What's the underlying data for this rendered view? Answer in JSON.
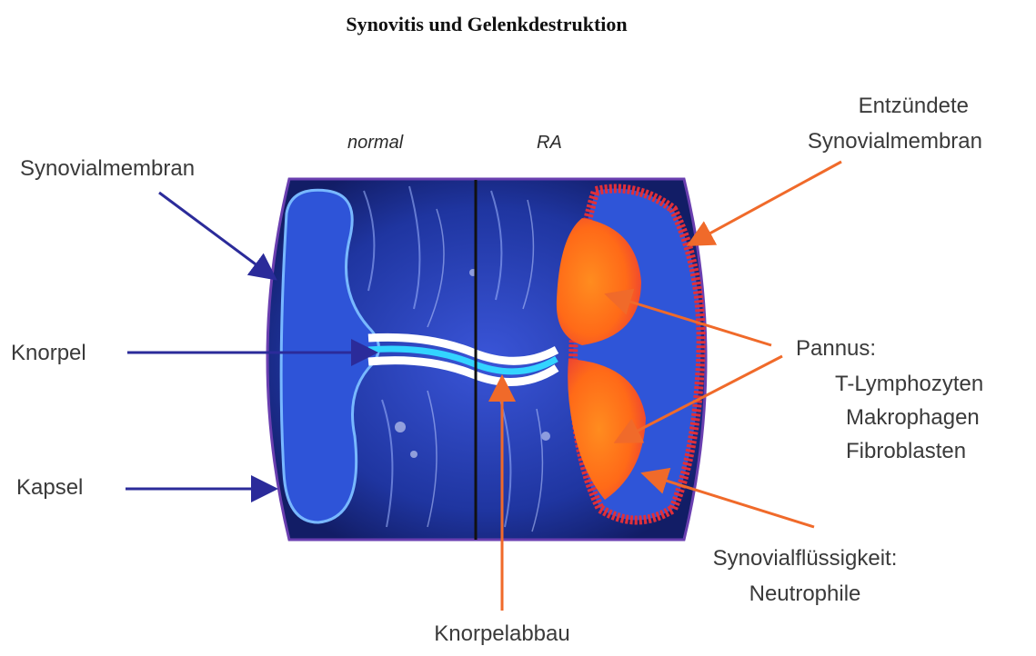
{
  "title": "Synovitis und Gelenkdestruktion",
  "headers": {
    "normal": "normal",
    "ra": "RA"
  },
  "labels": {
    "synovialmembran": "Synovialmembran",
    "knorpel": "Knorpel",
    "kapsel": "Kapsel",
    "entz_line1": "Entzündete",
    "entz_line2": "Synovialmembran",
    "pannus": "Pannus:",
    "pannus_1": "T-Lymphozyten",
    "pannus_2": "Makrophagen",
    "pannus_3": "Fibroblasten",
    "fluid_line1": "Synovialflüssigkeit:",
    "fluid_line2": "Neutrophile",
    "knorpelabbau": "Knorpelabbau"
  },
  "colors": {
    "blue_arrow": "#2b2b9a",
    "orange_arrow": "#f06a2a",
    "joint_bg": "#2036a6",
    "membrane_outline": "#6fb1ff",
    "inflamed_red": "#e0303a",
    "pannus_orange": "#ff7a1a",
    "cartilage_cyan": "#33d4ff"
  }
}
